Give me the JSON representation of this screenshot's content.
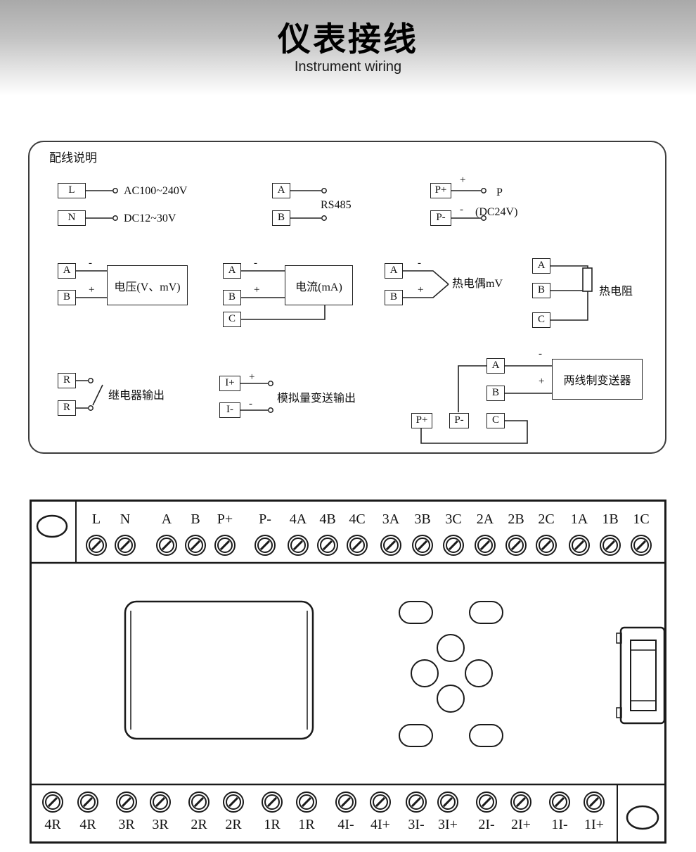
{
  "header": {
    "title": "仪表接线",
    "subtitle": "Instrument wiring"
  },
  "panel": {
    "title": "配线说明",
    "power": {
      "terminal_l": "L",
      "terminal_n": "N",
      "label_ac": "AC100~240V",
      "label_dc": "DC12~30V"
    },
    "rs485": {
      "terminal_a": "A",
      "terminal_b": "B",
      "label": "RS485"
    },
    "supply": {
      "terminal_pplus": "P+",
      "terminal_pminus": "P-",
      "plus": "+",
      "minus": "-",
      "label_p": "P",
      "label_v": "(DC24V)"
    },
    "voltage": {
      "terminal_a": "A",
      "terminal_b": "B",
      "minus": "-",
      "plus": "+",
      "box_label": "电压(V、mV)"
    },
    "current": {
      "terminal_a": "A",
      "terminal_b": "B",
      "terminal_c": "C",
      "minus": "-",
      "plus": "+",
      "box_label": "电流(mA)"
    },
    "thermocouple": {
      "terminal_a": "A",
      "terminal_b": "B",
      "minus": "-",
      "plus": "+",
      "label": "热电偶mV"
    },
    "rtd": {
      "terminal_a": "A",
      "terminal_b": "B",
      "terminal_c": "C",
      "label": "热电阻"
    },
    "relay": {
      "terminal_r1": "R",
      "terminal_r2": "R",
      "label": "继电器输出"
    },
    "analog_out": {
      "terminal_iplus": "I+",
      "terminal_iminus": "I-",
      "plus": "+",
      "minus": "-",
      "label": "模拟量变送输出"
    },
    "transmitter": {
      "terminal_a": "A",
      "terminal_b": "B",
      "terminal_c": "C",
      "terminal_pplus": "P+",
      "terminal_pminus": "P-",
      "minus": "-",
      "plus": "+",
      "box_label": "两线制变送器"
    }
  },
  "terminal_block": {
    "top": [
      "L",
      "N",
      "A",
      "B",
      "P+",
      "P-",
      "4A",
      "4B",
      "4C",
      "3A",
      "3B",
      "3C",
      "2A",
      "2B",
      "2C",
      "1A",
      "1B",
      "1C"
    ],
    "bottom": [
      "4R",
      "4R",
      "3R",
      "3R",
      "2R",
      "2R",
      "1R",
      "1R",
      "4I-",
      "4I+",
      "3I-",
      "3I+",
      "2I-",
      "2I+",
      "1I-",
      "1I+"
    ]
  }
}
